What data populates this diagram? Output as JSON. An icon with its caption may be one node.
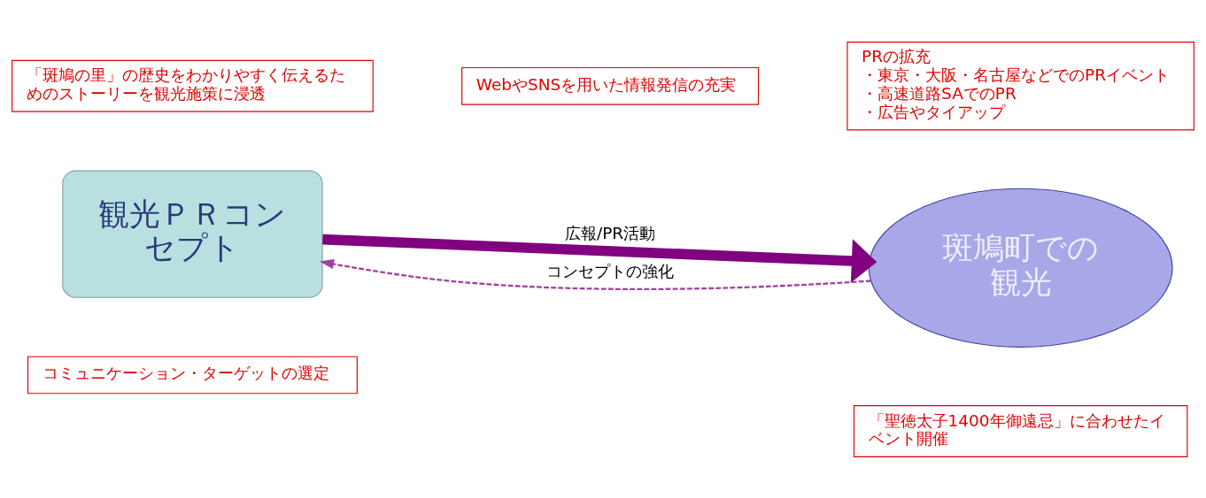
{
  "diagram": {
    "nodes": [
      {
        "text": [
          "観光ＰＲコンセプト"
        ]
      },
      {
        "text": [
          "斑鳩町での観光"
        ]
      },
      {
        "text": [
          "「斑鳩の里」の歴史をわかりやすく伝えるためのストーリーを観光施策に浸透"
        ]
      },
      {
        "text": [
          "WebやSNSを用いた情報発信の充実"
        ]
      },
      {
        "text": [
          "PRの拡充",
          "・東京・大阪・名古屋などでのPRイベント",
          "・高速道路SAでのPR",
          "・広告やタイアップ"
        ]
      },
      {
        "text": [
          "「聖徳太子1400年御遠忌」に合わせたイベント開催"
        ]
      },
      {
        "text": [
          "コミュニケーション・ターゲットの選定"
        ]
      }
    ],
    "edges": [
      {
        "from": 0,
        "to": 1,
        "arrow": "to",
        "label": "広報/PR活動",
        "style": "thick",
        "color": "#800080"
      },
      {
        "from": 1,
        "to": 0,
        "arrow": "to",
        "label": "コンセプトの強化",
        "style": "dashed",
        "color": "#a040a0"
      }
    ]
  }
}
